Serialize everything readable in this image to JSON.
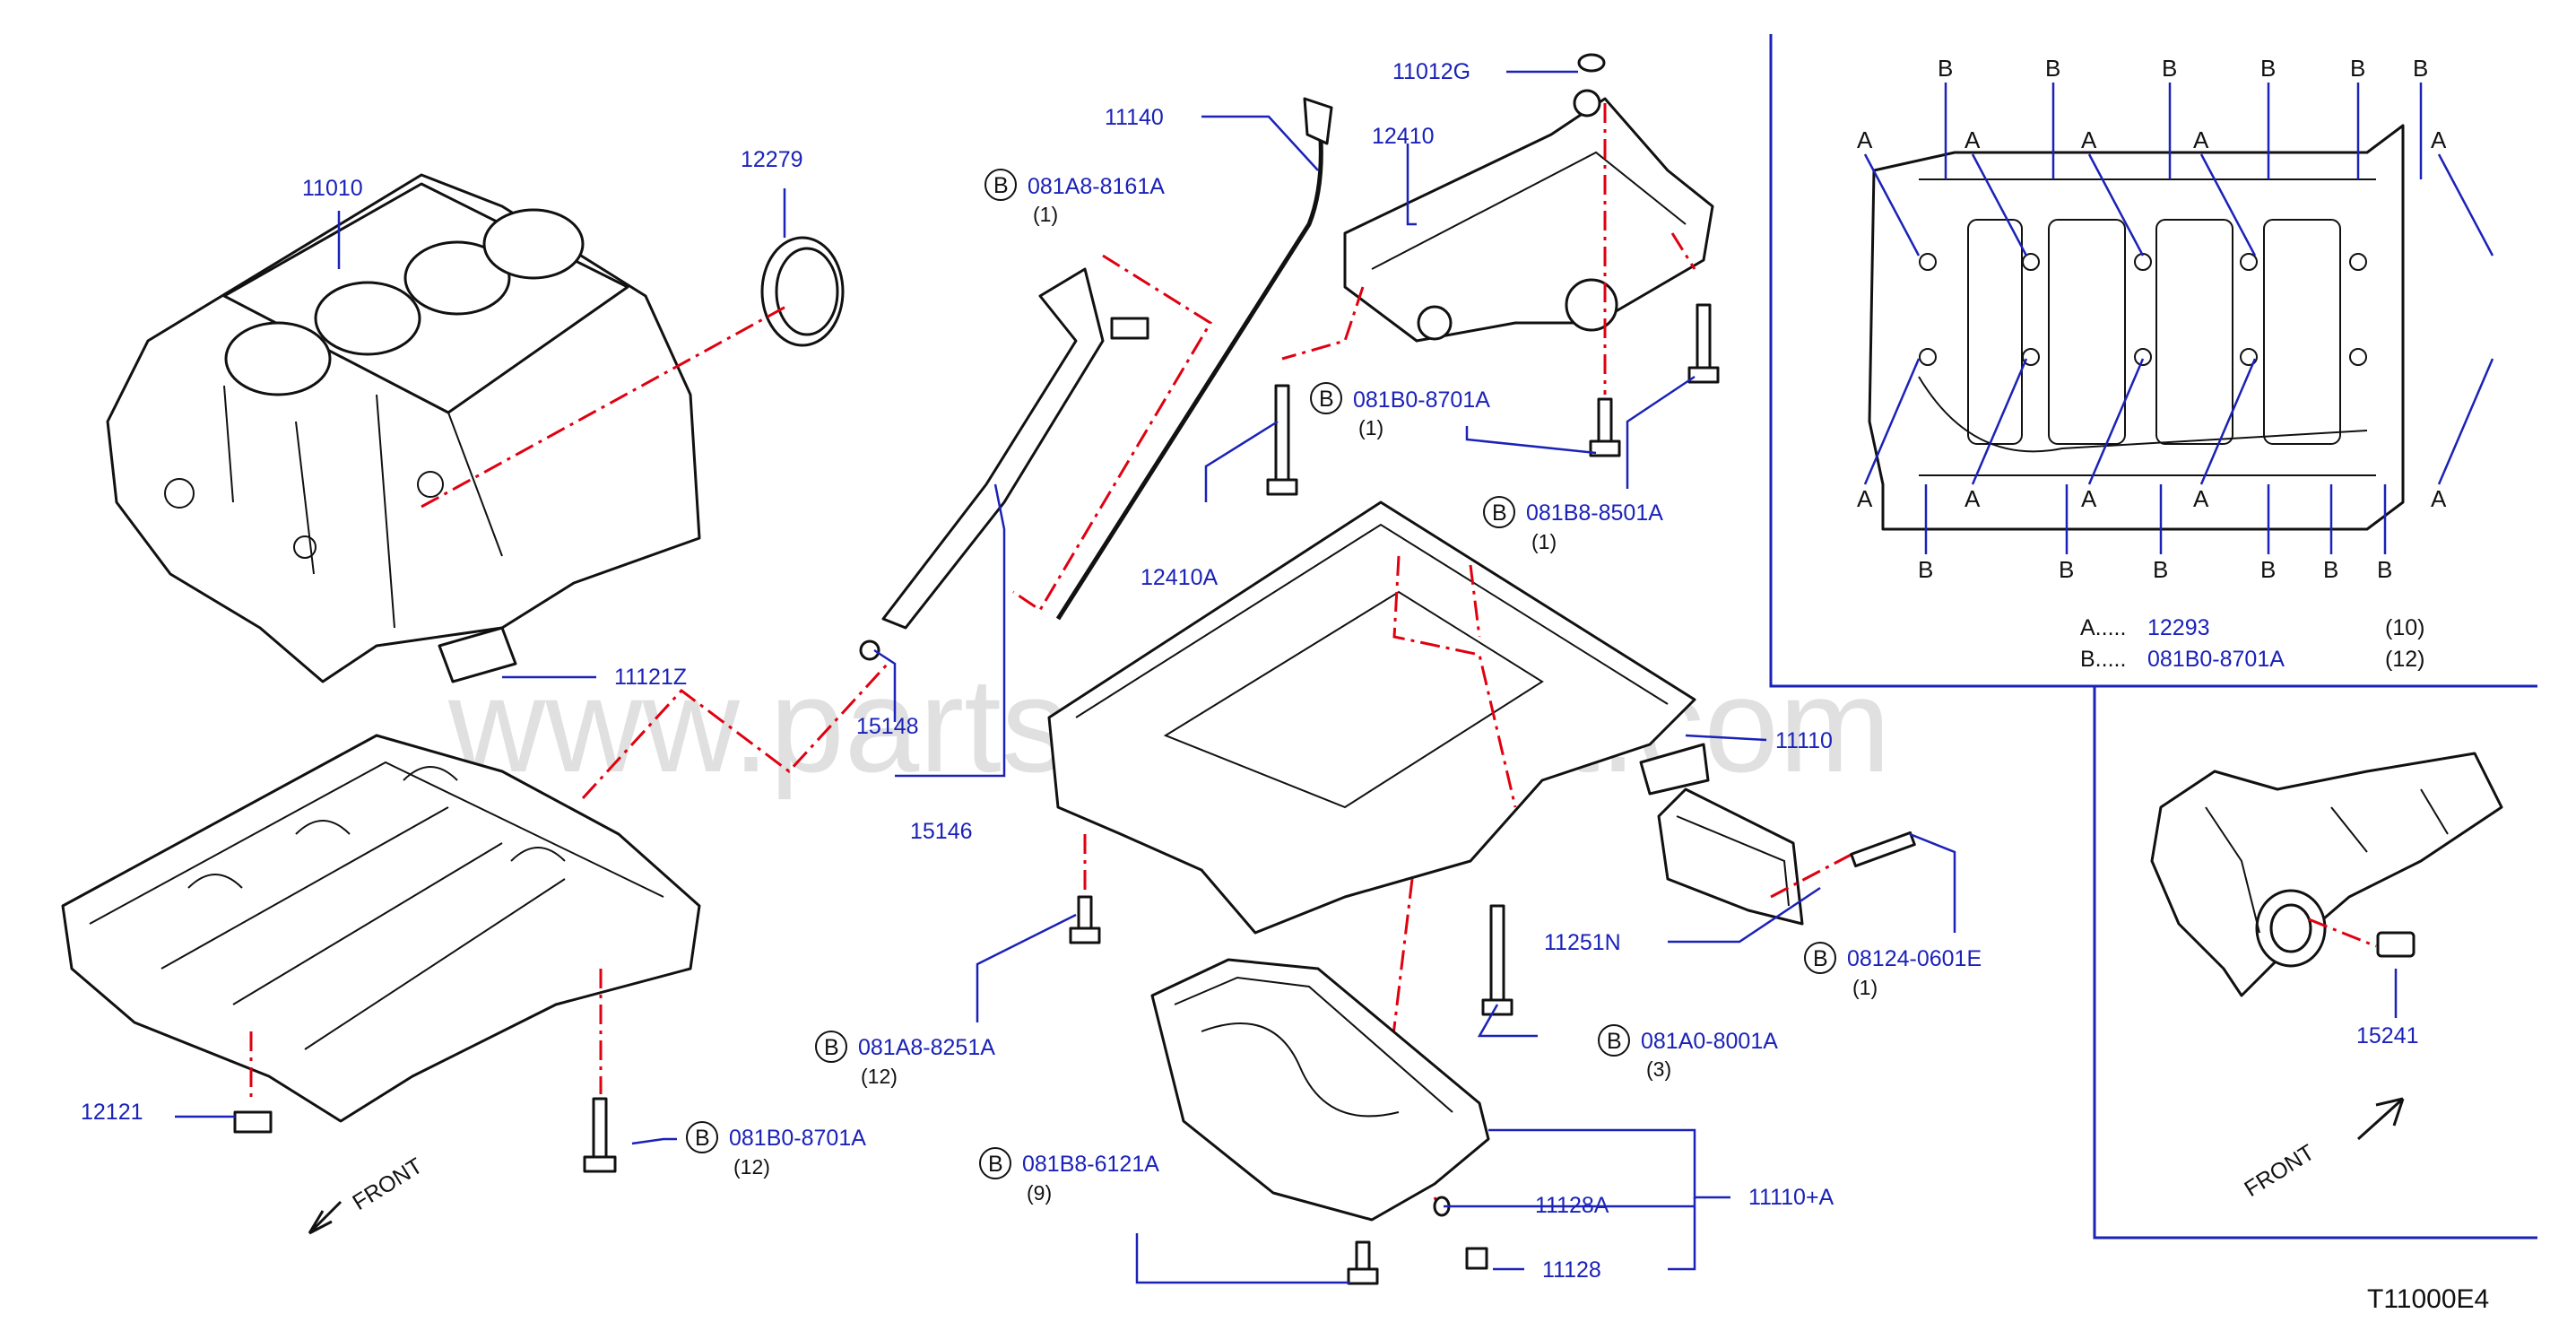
{
  "watermark": "www.partsassistent.com",
  "diagram_code": "T11000E4",
  "front_label": "FRONT",
  "bolt_marker": "B",
  "parts": {
    "p11010": "11010",
    "p12279": "12279",
    "p11140": "11140",
    "p11012G": "11012G",
    "p12410": "12410",
    "p12410A": "12410A",
    "p11121Z": "11121Z",
    "p15148": "15148",
    "p15146": "15146",
    "p11110": "11110",
    "p11251N": "11251N",
    "p12121": "12121",
    "p11128A": "11128A",
    "p11128": "11128",
    "p11110A": "11110+A",
    "p15241": "15241"
  },
  "bolts": {
    "b1": {
      "code": "081A8-8161A",
      "qty": "(1)"
    },
    "b2": {
      "code": "081B0-8701A",
      "qty": "(1)"
    },
    "b3": {
      "code": "081B8-8501A",
      "qty": "(1)"
    },
    "b4": {
      "code": "08124-0601E",
      "qty": "(1)"
    },
    "b5": {
      "code": "081A0-8001A",
      "qty": "(3)"
    },
    "b6": {
      "code": "081A8-8251A",
      "qty": "(12)"
    },
    "b7": {
      "code": "081B0-8701A",
      "qty": "(12)"
    },
    "b8": {
      "code": "081B8-6121A",
      "qty": "(9)"
    }
  },
  "grid_markers": {
    "a": "A",
    "b": "B"
  },
  "legend": [
    {
      "key": "A.....",
      "code": "12293",
      "qty": "(10)"
    },
    {
      "key": "B.....",
      "code": "081B0-8701A",
      "qty": "(12)"
    }
  ]
}
